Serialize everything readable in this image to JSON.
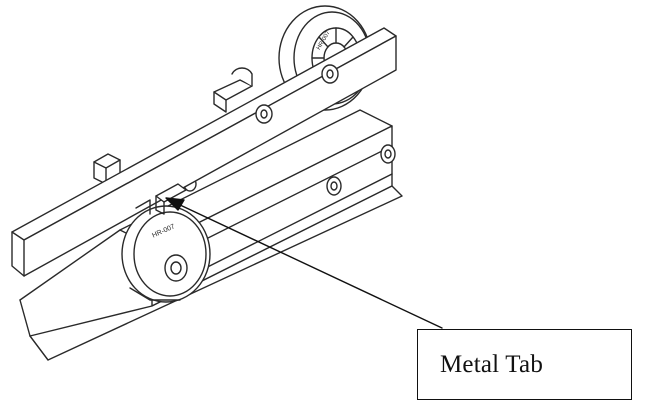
{
  "callout": {
    "label": "Metal Tab"
  },
  "wheel_markings": {
    "lower_wheel": "HR-007",
    "upper_wheel": "HR-007"
  },
  "colors": {
    "line": "#2a2a2a",
    "background": "#ffffff"
  }
}
